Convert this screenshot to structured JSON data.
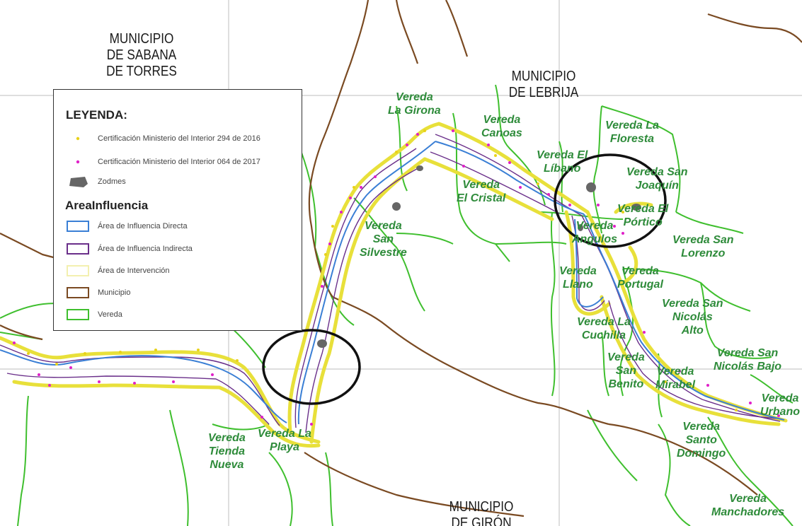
{
  "map": {
    "municipios": [
      {
        "id": "sabana",
        "lines": [
          "MUNICIPIO",
          "DE SABANA",
          "DE TORRES"
        ]
      },
      {
        "id": "lebrija",
        "lines": [
          "MUNICIPIO",
          "DE LEBRIJA"
        ]
      },
      {
        "id": "giron",
        "lines": [
          "MUNICIPIO",
          "DE GIRÓN"
        ]
      }
    ],
    "veredas": [
      {
        "id": "la-girona",
        "lines": [
          "Vereda",
          "La Girona"
        ]
      },
      {
        "id": "canoas",
        "lines": [
          "Vereda",
          "Canoas"
        ]
      },
      {
        "id": "la-floresta",
        "lines": [
          "Vereda La",
          "Floresta"
        ]
      },
      {
        "id": "el-libano",
        "lines": [
          "Vereda El",
          "Líbano"
        ]
      },
      {
        "id": "san-joaquin",
        "lines": [
          "Vereda San",
          "Joaquín"
        ]
      },
      {
        "id": "el-cristal",
        "lines": [
          "Vereda",
          "El Cristal"
        ]
      },
      {
        "id": "el-portico",
        "lines": [
          "Vereda El",
          "Pórtico"
        ]
      },
      {
        "id": "san-silvestre",
        "lines": [
          "Vereda",
          "San",
          "Silvestre"
        ]
      },
      {
        "id": "angulos",
        "lines": [
          "Vereda",
          "Angulos"
        ]
      },
      {
        "id": "san-lorenzo",
        "lines": [
          "Vereda San",
          "Lorenzo"
        ]
      },
      {
        "id": "llano",
        "lines": [
          "Vereda",
          "Llano"
        ]
      },
      {
        "id": "portugal",
        "lines": [
          "Vereda",
          "Portugal"
        ]
      },
      {
        "id": "san-nicolas-alto",
        "lines": [
          "Vereda San",
          "Nicolás",
          "Alto"
        ]
      },
      {
        "id": "la-cuchilla",
        "lines": [
          "Vereda La",
          "Cuchilla"
        ]
      },
      {
        "id": "san-nicolas-bajo",
        "lines": [
          "Vereda San",
          "Nicolás Bajo"
        ]
      },
      {
        "id": "san-benito",
        "lines": [
          "Vereda",
          "San",
          "Benito"
        ]
      },
      {
        "id": "mirabel",
        "lines": [
          "Vereda",
          "Mirabel"
        ]
      },
      {
        "id": "urbano",
        "lines": [
          "Vereda",
          "Urbano"
        ]
      },
      {
        "id": "tienda-nueva",
        "lines": [
          "Vereda",
          "Tienda",
          "Nueva"
        ]
      },
      {
        "id": "la-playa",
        "lines": [
          "Vereda La",
          "Playa"
        ]
      },
      {
        "id": "santo-domingo",
        "lines": [
          "Vereda",
          "Santo",
          "Domingo"
        ]
      },
      {
        "id": "manchadores",
        "lines": [
          "Vereda",
          "Manchadores"
        ]
      }
    ]
  },
  "legend": {
    "title": "LEYENDA:",
    "items": [
      {
        "id": "cert-2016",
        "label": "Certificación Ministerio del Interior 294 de 2016",
        "color": "#e8d21a"
      },
      {
        "id": "cert-2017",
        "label": "Certificación Ministerio del Interior 064 de 2017",
        "color": "#e020c8"
      },
      {
        "id": "zodmes",
        "label": "Zodmes",
        "color": "#666666"
      }
    ],
    "subtitle": "AreaInfluencia",
    "areas": [
      {
        "id": "directa",
        "label": "Área de Influencia Directa",
        "color": "#3a7fd5"
      },
      {
        "id": "indirecta",
        "label": "Área de Influencia Indirecta",
        "color": "#6a2f8a"
      },
      {
        "id": "intervencion",
        "label": "Área de Intervención",
        "color": "#f3f0b0"
      },
      {
        "id": "municipio",
        "label": "Municipio",
        "color": "#7a4a22"
      },
      {
        "id": "vereda",
        "label": "Vereda",
        "color": "#3fbf2e"
      }
    ]
  },
  "colors": {
    "vereda_boundary": "#3fbf2e",
    "municipio_boundary": "#7a4a22",
    "directa": "#3a7fd5",
    "indirecta": "#6a2f8a",
    "intervencion": "#e8e03a",
    "cert_2016": "#e8d21a",
    "cert_2017": "#e020c8",
    "zodmes": "#666666",
    "grid": "#c9c9c9",
    "vereda_text": "#2e8b3a"
  }
}
